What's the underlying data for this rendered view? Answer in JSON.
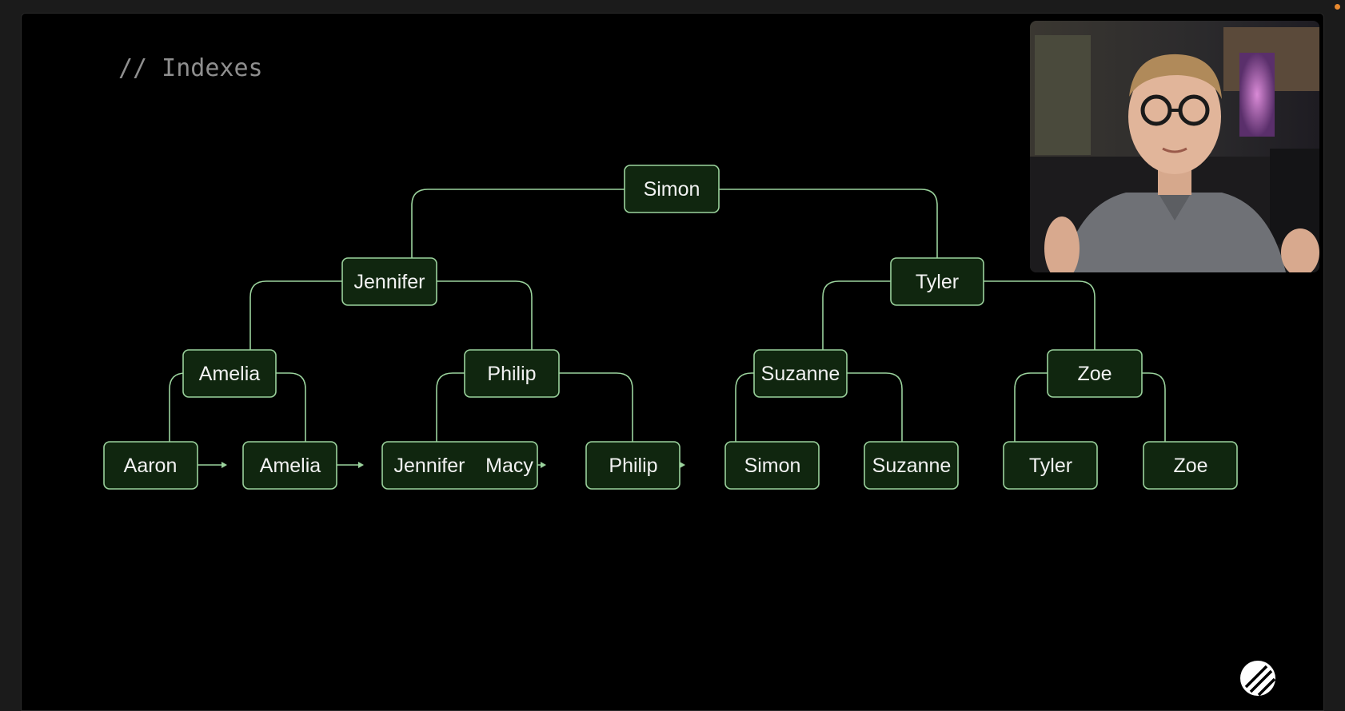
{
  "slide": {
    "title": "// Indexes"
  },
  "tree": {
    "root": "Simon",
    "level1": [
      "Jennifer",
      "Tyler"
    ],
    "level2": [
      "Amelia",
      "Philip",
      "Suzanne",
      "Zoe"
    ],
    "leaves": [
      "Aaron",
      "Amelia",
      "Jennifer",
      "Macy",
      "Philip",
      "Simon",
      "Suzanne",
      "Tyler",
      "Zoe"
    ]
  },
  "colors": {
    "node_fill": "#10260f",
    "node_border": "#9bd39d",
    "background": "#000000",
    "accent_dot": "#e8892f"
  },
  "icons": {
    "logo": "planetscale-logo-icon"
  }
}
